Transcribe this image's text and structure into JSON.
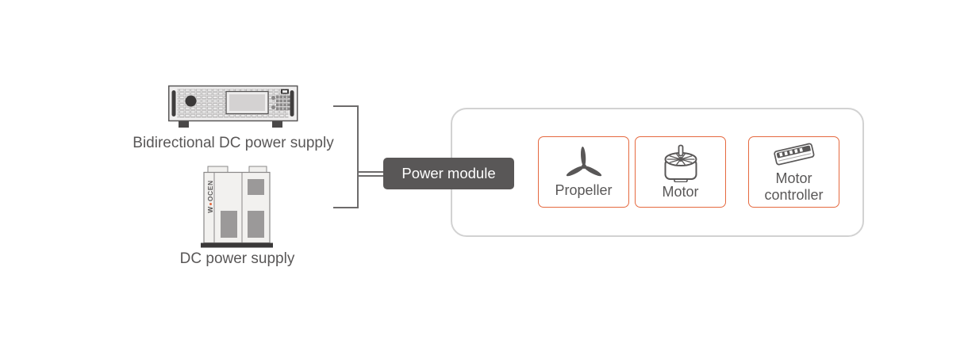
{
  "colors": {
    "accent_orange": "#e5693f",
    "dark_gray": "#595757",
    "connector_line": "#6d6b6b",
    "frame_border": "#d2d2d2"
  },
  "power_sources": [
    {
      "label": "Bidirectional DC power supply"
    },
    {
      "label": "DC power supply",
      "brand_first": "W",
      "brand_rest": "OCEN"
    }
  ],
  "power_module": {
    "label": "Power module"
  },
  "drive_system": {
    "components": [
      {
        "label": "Propeller",
        "icon": "propeller-icon"
      },
      {
        "label": "Motor",
        "icon": "motor-icon"
      },
      {
        "label": "Motor controller",
        "icon": "motor-controller-icon"
      }
    ]
  }
}
